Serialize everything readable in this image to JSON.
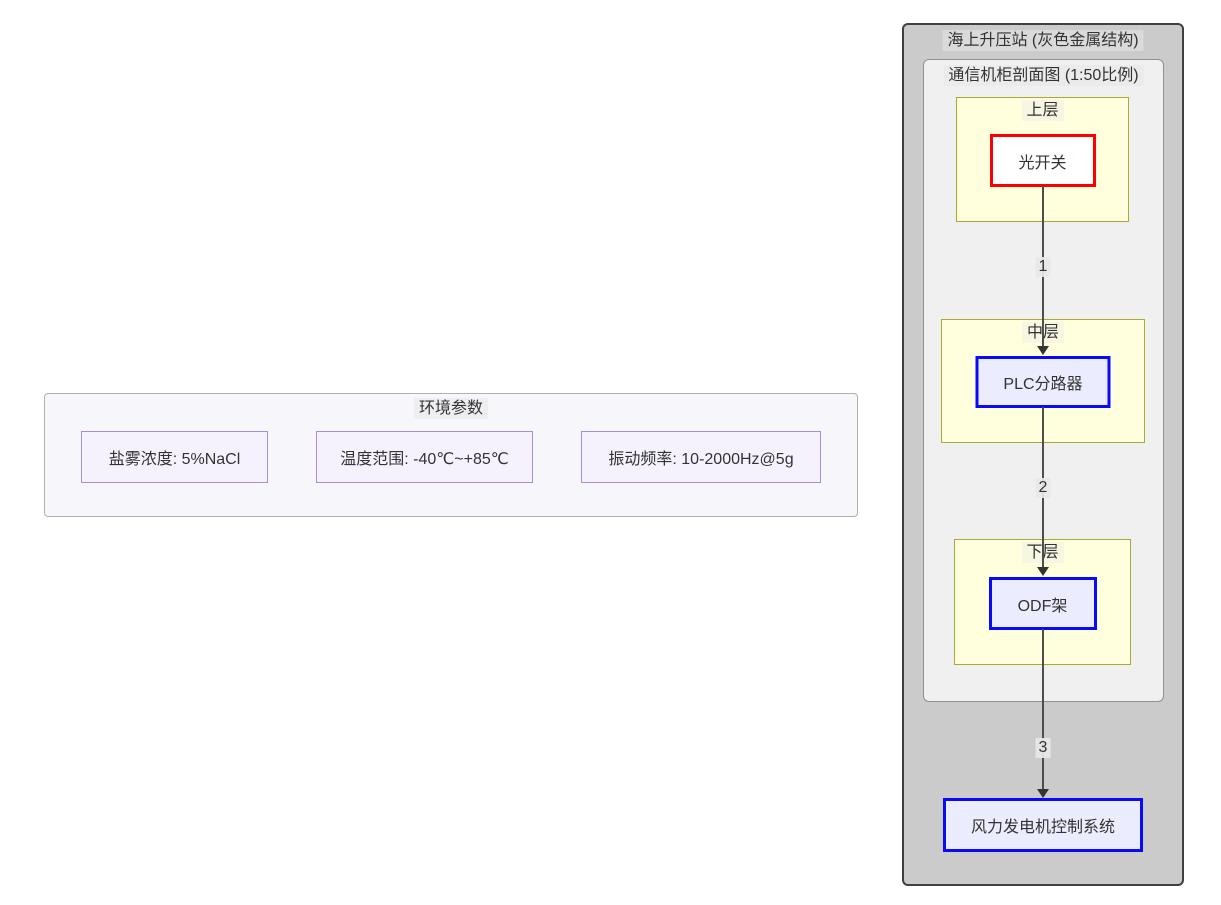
{
  "environment": {
    "title": "环境参数",
    "items": [
      {
        "label": "盐雾浓度: 5%NaCl"
      },
      {
        "label": "温度范围: -40℃~+85℃"
      },
      {
        "label": "振动频率: 10-2000Hz@5g"
      }
    ]
  },
  "station": {
    "title": "海上升压站 (灰色金属结构)",
    "cabinet": {
      "title": "通信机柜剖面图 (1:50比例)",
      "layers": [
        {
          "name": "上层",
          "node": {
            "label": "光开关",
            "accent": "#ff0000"
          }
        },
        {
          "name": "中层",
          "node": {
            "label": "PLC分路器",
            "accent": "#0a0afa"
          }
        },
        {
          "name": "下层",
          "node": {
            "label": "ODF架",
            "accent": "#0a0afa"
          }
        }
      ]
    },
    "control_system": {
      "label": "风力发电机控制系统",
      "accent": "#0a0afa"
    }
  },
  "edges": [
    {
      "label": "1"
    },
    {
      "label": "2"
    },
    {
      "label": "3"
    }
  ],
  "colors": {
    "station_fill": "#cbcbcb",
    "station_border": "#404040",
    "cabinet_fill": "#f0f0f0",
    "cabinet_border": "#919191",
    "layer_fill": "#ffffde",
    "layer_border": "#aaaa33",
    "optical_switch_fill": "#ffffff",
    "device_fill": "#ececff",
    "environment_fill": "#f7f7fb",
    "environment_item_fill": "#f5f2fd",
    "environment_item_border": "#a98ed6",
    "edge_line": "#4d4d4d",
    "text": "#333333"
  }
}
